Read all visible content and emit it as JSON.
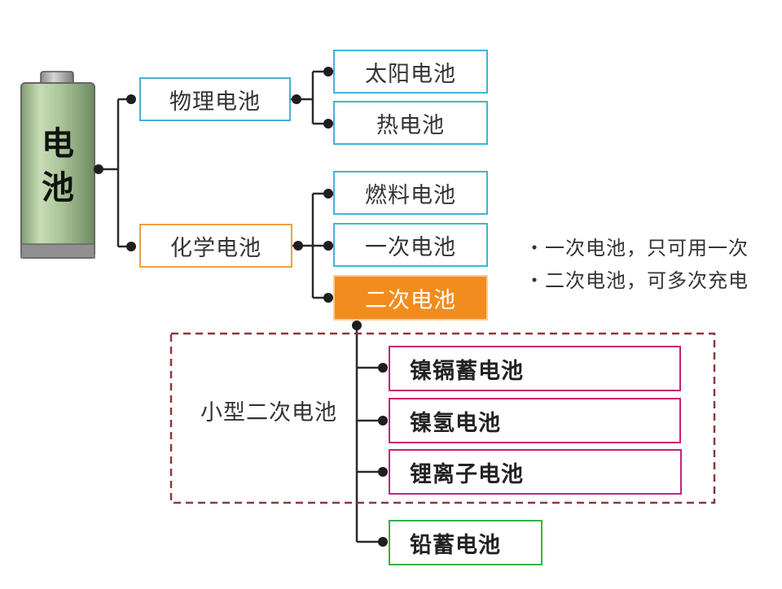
{
  "root": {
    "label_line1": "电",
    "label_line2": "池"
  },
  "categories": [
    {
      "label": "物理电池",
      "children": [
        "太阳电池",
        "热电池"
      ]
    },
    {
      "label": "化学电池",
      "children": [
        "燃料电池",
        "一次电池",
        "二次电池"
      ]
    }
  ],
  "notes": [
    "・一次电池，只可用一次",
    "・二次电池，可多次充电"
  ],
  "secondary": {
    "group_label": "小型二次电池",
    "group_items": [
      "镍镉蓄电池",
      "镍氢电池",
      "锂离子电池"
    ],
    "other_item": "铅蓄电池"
  },
  "colors": {
    "physical_border": "#3fb4d8",
    "chemical_border": "#f0a03a",
    "highlight_fill": "#f28c1e",
    "small_secondary_border": "#c6217a",
    "lead_border": "#36b24a",
    "group_dash": "#8a3a3a",
    "battery_body": "#a9c596"
  }
}
